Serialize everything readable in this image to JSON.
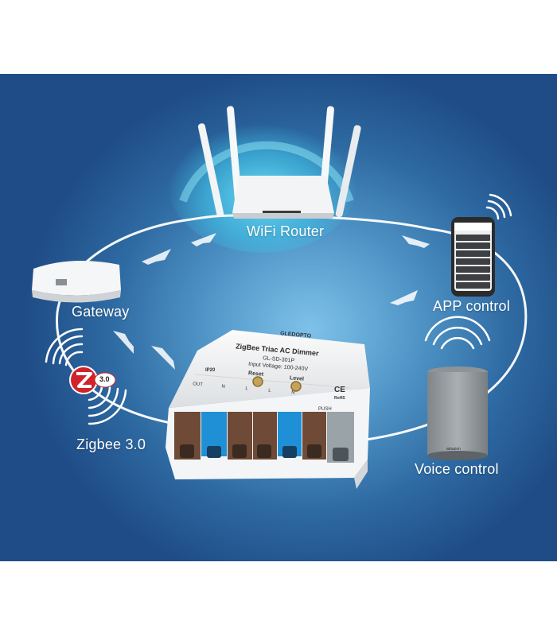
{
  "labels": {
    "wifi_router": "WiFi Router",
    "gateway": "Gateway",
    "app_control": "APP control",
    "zigbee": "Zigbee 3.0",
    "voice_control": "Voice control"
  },
  "zigbee_badge": "3.0",
  "dimmer": {
    "brand": "GLEDOPTO",
    "title": "ZigBee Triac AC Dimmer",
    "model": "GL-SD-301P",
    "voltage": "Input Voltage: 100-240V",
    "reset": "Reset",
    "level": "Level",
    "ip": "IP20",
    "ce": "CE",
    "rohs": "RoHS",
    "push": "PUSH",
    "terminals": [
      "OUT",
      "N",
      "L",
      "L",
      "N"
    ]
  },
  "speaker_brand": "amazon",
  "colors": {
    "terminal_brown": "#6e4a37",
    "terminal_blue": "#1f8fd6",
    "terminal_grey": "#9aa4a8",
    "zigbee_red": "#d0232a",
    "wifi_glow": "#3fc3e8"
  }
}
